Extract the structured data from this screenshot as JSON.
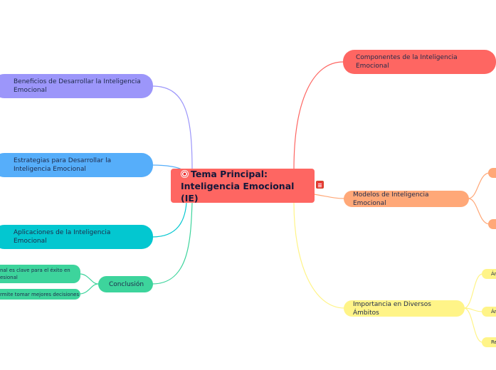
{
  "mindmap": {
    "center": {
      "icon": "target-icon",
      "line1": "Tema Principal:",
      "line2": "Inteligencia Emocional (IE)"
    },
    "right": {
      "componentes": {
        "line1": "Componentes de la Inteligencia",
        "line2": "Emocional",
        "color": "#fe6662"
      },
      "modelos": {
        "label": "Modelos de Inteligencia Emocional",
        "color": "#ffa878"
      },
      "importancia": {
        "label": "Importancia en Diversos Ámbitos",
        "color": "#fff488"
      }
    },
    "left": {
      "beneficios": {
        "line1": "Beneficios de Desarrollar la Inteligencia",
        "line2": "Emocional",
        "color": "#9c96fa"
      },
      "estrategias": {
        "line1": "Estrategias para Desarrollar la",
        "line2": "Inteligencia Emocional",
        "color": "#56aefa"
      },
      "aplicaciones": {
        "line1": "Aplicaciones de la Inteligencia",
        "line2": "Emocional",
        "color": "#03c7d0"
      },
      "conclusion": {
        "label": "Conclusión",
        "color": "#3dd49c",
        "children": [
          {
            "line1": "nal es clave para el éxito en",
            "line2": "esional"
          },
          {
            "line1": "rmite tomar mejores decisiones"
          }
        ]
      }
    },
    "clipped": {
      "importancia_children": [
        "Ár",
        "Ár",
        "Re"
      ]
    }
  }
}
